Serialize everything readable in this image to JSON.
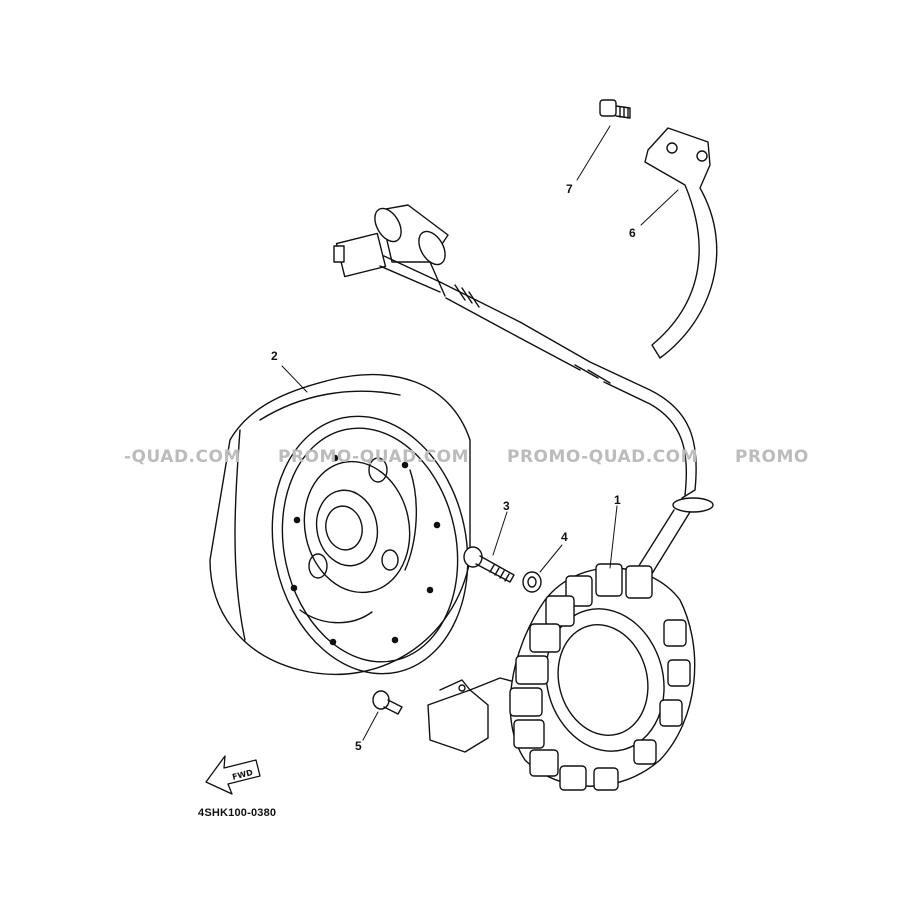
{
  "watermarks": [
    "-QUAD.COM",
    "PROMO-QUAD.COM",
    "PROMO-QUAD.COM",
    "PROMO"
  ],
  "callouts": [
    "1",
    "2",
    "3",
    "4",
    "5",
    "6",
    "7"
  ],
  "fwd_label": "FWD",
  "part_code": "4SHK100-0380"
}
